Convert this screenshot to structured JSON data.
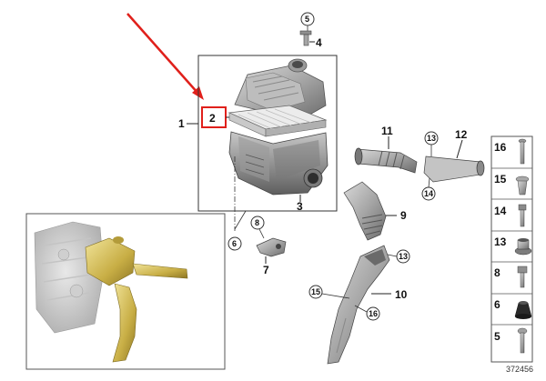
{
  "diagram": {
    "callouts": {
      "assembly": "1",
      "filter": "2",
      "housing_lower": "3",
      "screw_top": "4",
      "screw_top_circle": "5",
      "pin": "6",
      "bracket": "7",
      "bracket_circle": "8",
      "bellows": "9",
      "intake_duct": "10",
      "hose": "11",
      "pipe": "12",
      "clip_circle_a": "13",
      "clip_circle_b": "13",
      "clip_circle_c": "14",
      "duct_circle_a": "15",
      "duct_circle_b": "16"
    },
    "legend": [
      {
        "id": "16",
        "icon": "long-screw-icon"
      },
      {
        "id": "15",
        "icon": "expanding-rivet-icon"
      },
      {
        "id": "14",
        "icon": "stud-icon"
      },
      {
        "id": "13",
        "icon": "grommet-nut-icon"
      },
      {
        "id": "8",
        "icon": "bolt-icon"
      },
      {
        "id": "6",
        "icon": "rubber-mount-icon"
      },
      {
        "id": "5",
        "icon": "screw-icon"
      }
    ],
    "part_code": "372456",
    "highlight_color": "#e0201b",
    "arrow_color": "#e0201b"
  }
}
